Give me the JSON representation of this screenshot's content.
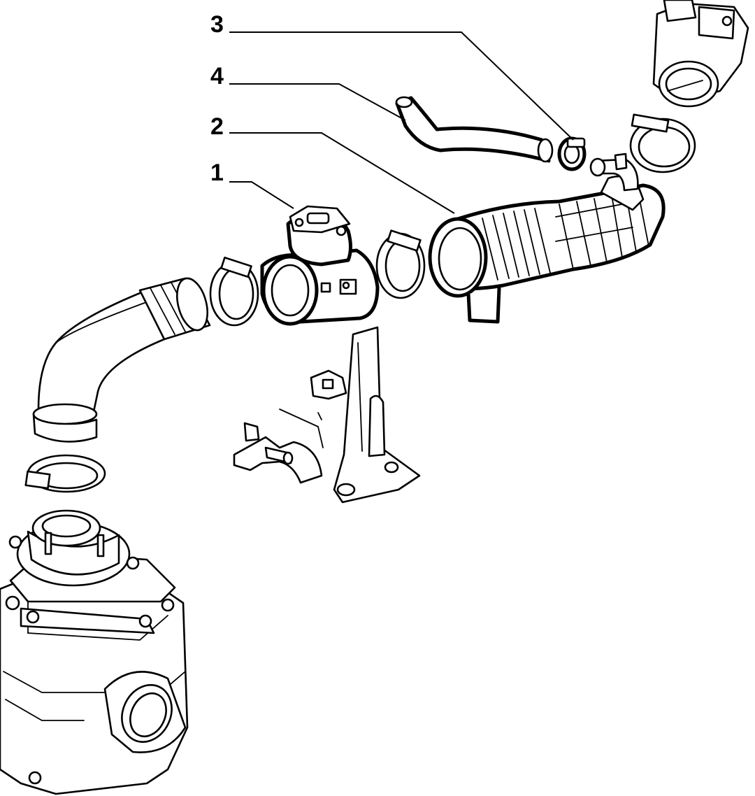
{
  "diagram": {
    "callouts": [
      {
        "id": "1",
        "label": "1"
      },
      {
        "id": "2",
        "label": "2"
      },
      {
        "id": "3",
        "label": "3"
      },
      {
        "id": "4",
        "label": "4"
      }
    ]
  }
}
